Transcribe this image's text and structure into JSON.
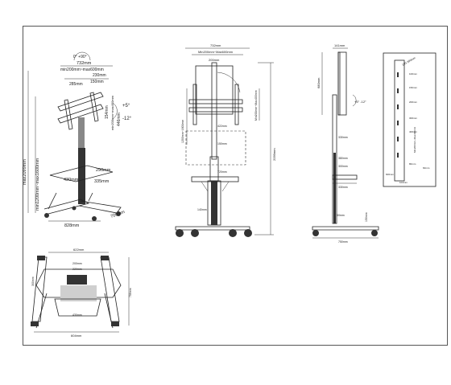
{
  "view1": {
    "tilt_top": "0° +90°",
    "width_total": "732mm",
    "vesa_range": "min200mm~max600mm",
    "w230": "230mm",
    "w285": "285mm",
    "w150": "150mm",
    "tilt_up": "+5°",
    "tilt_down": "-12°",
    "h154": "154mm",
    "h446": "446mm",
    "vert_range": "min200mm~max400mm",
    "total_height": "max2099mm",
    "height_range": "min1200mm~max1600mm",
    "tray_depth": "290mm",
    "tray_width": "430mm",
    "tray_d335": "335mm",
    "base_width": "828mm",
    "base_depth": "700mm"
  },
  "view2": {
    "top_w": "732mm",
    "vesa": "Min200mm~Max600mm",
    "w_inner": "200mm",
    "right_label": "Min200mm~Max400mm",
    "left_label": "1200mm~1600mm",
    "h422": "422mm",
    "h150": "150mm",
    "h720": "720mm",
    "h140": "140mm",
    "total": "2099mm"
  },
  "view3": {
    "w141": "141mm",
    "h680": "680mm",
    "tilt": "+5° -12°",
    "h330": "330mm",
    "h380": "380mm",
    "h300": "300mm",
    "w330": "330mm",
    "w750": "750mm",
    "h50": "50mm",
    "h150": "150mm"
  },
  "view4": {
    "top": "100-300mm",
    "d1": "100mm",
    "d2": "150mm",
    "d3": "200mm",
    "d4": "300mm",
    "d5": "400mm",
    "vesa_v": "Min200mm~Max400mm",
    "side": "60mm",
    "w1": "80mm",
    "bottom_left": "600mm",
    "bottom": "104mm"
  },
  "view5": {
    "top": "622mm",
    "w200": "200mm",
    "w220": "220mm",
    "left": "300mm",
    "right": "756mm",
    "mid": "430mm",
    "bottom": "604mm"
  }
}
